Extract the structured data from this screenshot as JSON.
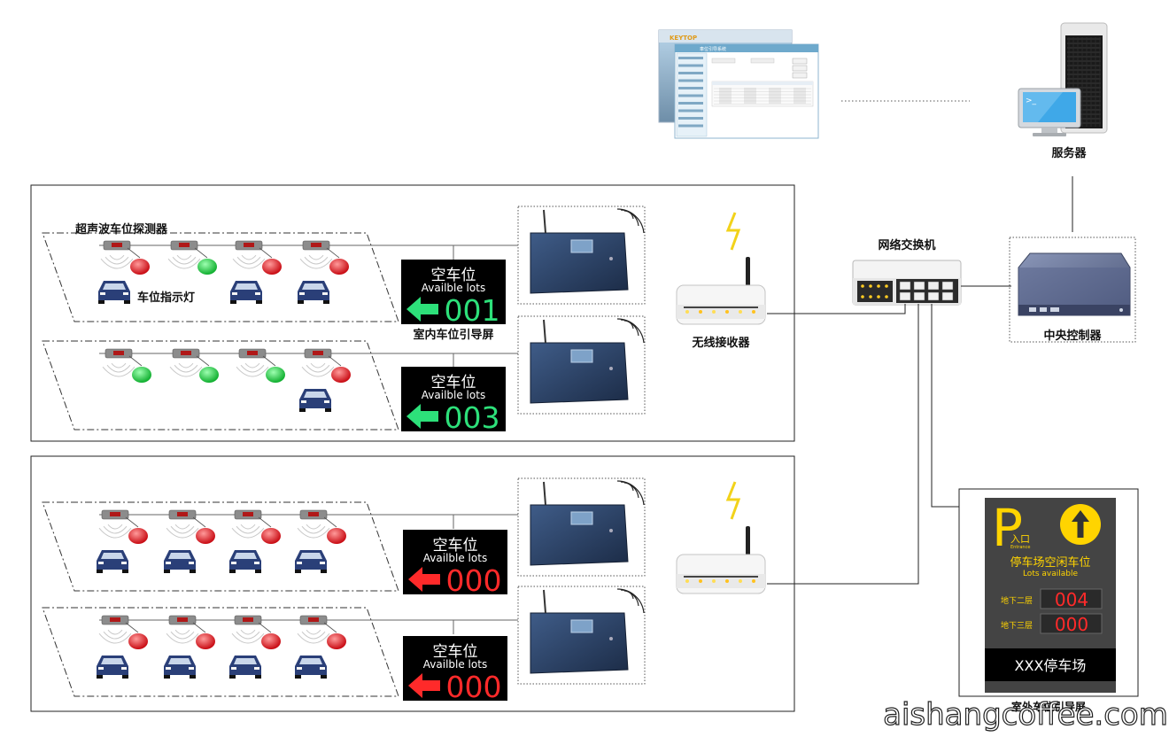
{
  "labels": {
    "detector": "超声波车位探测器",
    "indicator": "车位指示灯",
    "indoor_screen": "室内车位引导屏",
    "wireless_receiver": "无线接收器",
    "network_switch": "网络交换机",
    "central_controller": "中央控制器",
    "server": "服务器",
    "outdoor_screen": "室外车位引导屏"
  },
  "software_window": {
    "brand": "KEYTOP",
    "window_title": "車位引导系统"
  },
  "indoor_screens": [
    {
      "title": "空车位",
      "subtitle": "Availble lots",
      "count": "001",
      "color": "#2de07a"
    },
    {
      "title": "空车位",
      "subtitle": "Availble lots",
      "count": "003",
      "color": "#2de07a"
    },
    {
      "title": "空车位",
      "subtitle": "Availble lots",
      "count": "000",
      "color": "#ff2a2a"
    },
    {
      "title": "空车位",
      "subtitle": "Availble lots",
      "count": "000",
      "color": "#ff2a2a"
    }
  ],
  "lanes": [
    {
      "lights": [
        "red",
        "green",
        "red",
        "red"
      ],
      "cars": [
        true,
        false,
        true,
        true
      ]
    },
    {
      "lights": [
        "green",
        "green",
        "green",
        "red"
      ],
      "cars": [
        false,
        false,
        false,
        true
      ]
    },
    {
      "lights": [
        "red",
        "red",
        "red",
        "red"
      ],
      "cars": [
        true,
        true,
        true,
        true
      ]
    },
    {
      "lights": [
        "red",
        "red",
        "red",
        "red"
      ],
      "cars": [
        true,
        true,
        true,
        true
      ]
    }
  ],
  "outdoor_screen": {
    "p_letter": "P",
    "entrance_cn": "入口",
    "entrance_en": "Entrance",
    "heading_cn": "停车场空闲车位",
    "heading_en": "Lots available",
    "rows": [
      {
        "label": "地下二层",
        "count": "004"
      },
      {
        "label": "地下三层",
        "count": "000"
      }
    ],
    "footer": "XXX停车场"
  },
  "watermark": "aishangcoffee.com",
  "colors": {
    "green": "#21d048",
    "red": "#e8141c",
    "car_blue": "#2a3f78",
    "screen_green": "#2de07a",
    "screen_red": "#ff2a2a",
    "outdoor_yellow": "#ffd400"
  }
}
